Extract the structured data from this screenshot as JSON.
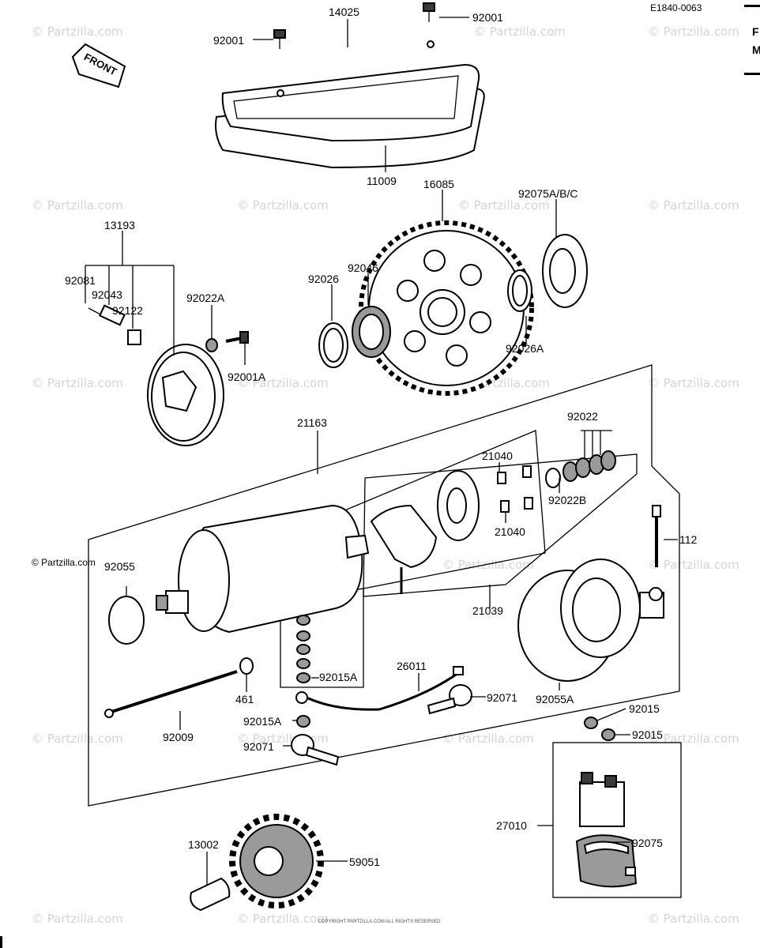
{
  "diagram": {
    "ref_code": "E1840-0063",
    "front_label": "FRONT",
    "corner_letters": [
      "F",
      "M"
    ],
    "watermark": "© Partzilla.com",
    "watermark_alt": "© Partzilla.com",
    "copyright_note": "COPYRIGHT PARTZILLA.COM ALL RIGHTS RESERVED",
    "labels": {
      "p14025": "14025",
      "p92001_a": "92001",
      "p92001_b": "92001",
      "p11009": "11009",
      "p16085": "16085",
      "p92075abc": "92075A/B/C",
      "p13193": "13193",
      "p92081": "92081",
      "p92043": "92043",
      "p92122": "92122",
      "p92022a": "92022A",
      "p92001a": "92001A",
      "p92026": "92026",
      "p92046": "92046",
      "p92026a": "92026A",
      "p21163": "21163",
      "p92022": "92022",
      "p21040_a": "21040",
      "p21040_b": "21040",
      "p92022b": "92022B",
      "p112": "112",
      "p92055": "92055",
      "p21039": "21039",
      "p92015a_1": "92015A",
      "p26011": "26011",
      "p92071_a": "92071",
      "p461": "461",
      "p92009": "92009",
      "p92015a_2": "92015A",
      "p92071_b": "92071",
      "p92055a": "92055A",
      "p92015_a": "92015",
      "p92015_b": "92015",
      "p27010": "27010",
      "p92075": "92075",
      "p13002": "13002",
      "p59051": "59051"
    }
  }
}
